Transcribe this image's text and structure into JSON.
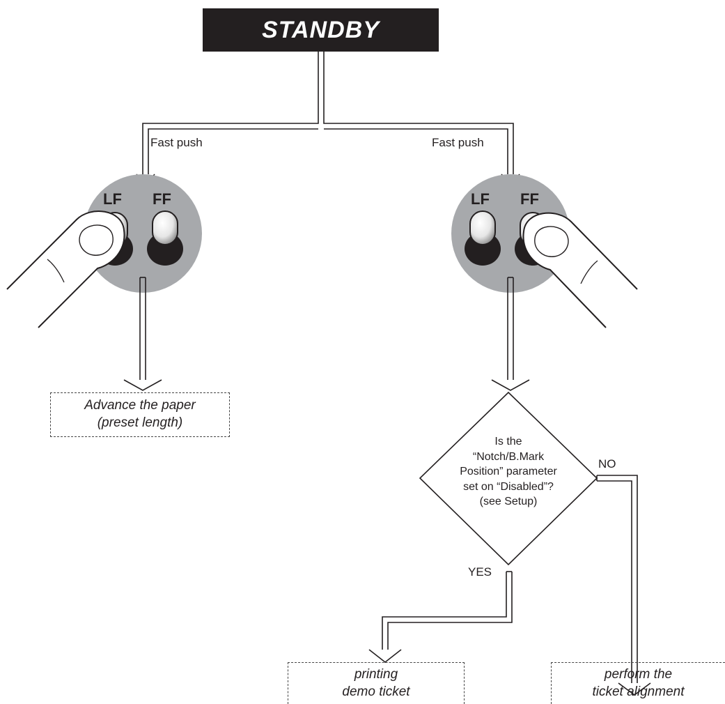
{
  "header": {
    "title": "STANDBY"
  },
  "left_branch": {
    "trigger": "Fast push",
    "buttons": [
      "LF",
      "FF"
    ],
    "pressed": "LF",
    "result": [
      "Advance the paper",
      "(preset length)"
    ]
  },
  "right_branch": {
    "trigger": "Fast push",
    "buttons": [
      "LF",
      "FF"
    ],
    "pressed": "FF",
    "decision": [
      "Is the",
      "“Notch/B.Mark",
      "Position” parameter",
      "set on “Disabled”?",
      "(see Setup)"
    ],
    "yes_label": "YES",
    "no_label": "NO",
    "yes_result": [
      "printing",
      "demo ticket"
    ],
    "no_result": [
      "perform the",
      "ticket alignment"
    ]
  },
  "colors": {
    "dark": "#231f20",
    "panel_gray": "#a7a9ac"
  }
}
